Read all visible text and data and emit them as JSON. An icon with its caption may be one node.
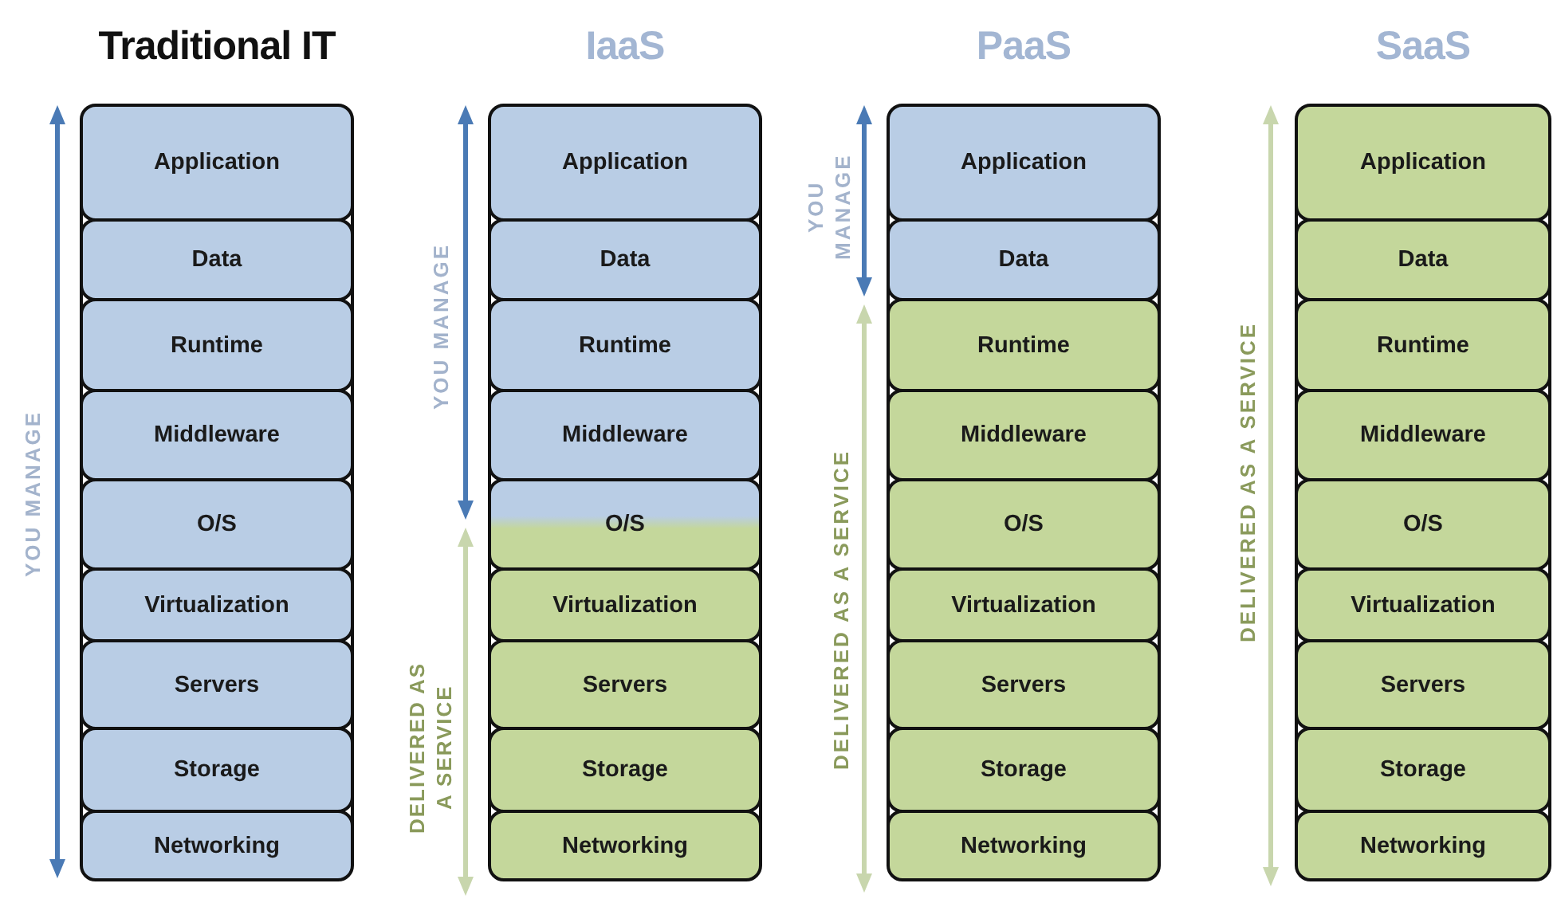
{
  "diagram": {
    "nodes": [
      {
        "text": [
          "Traditional IT"
        ]
      },
      {
        "text": [
          "Application"
        ],
        "in": 0
      },
      {
        "text": [
          "Data"
        ],
        "in": 0
      },
      {
        "text": [
          "Runtime"
        ],
        "in": 0
      },
      {
        "text": [
          "Middleware"
        ],
        "in": 0
      },
      {
        "text": [
          "O/S"
        ],
        "in": 0
      },
      {
        "text": [
          "Virtualization"
        ],
        "in": 0
      },
      {
        "text": [
          "Servers"
        ],
        "in": 0
      },
      {
        "text": [
          "Storage"
        ],
        "in": 0
      },
      {
        "text": [
          "Networking"
        ],
        "in": 0
      },
      {
        "text": [
          "IaaS"
        ]
      },
      {
        "text": [
          "Application"
        ],
        "in": 10
      },
      {
        "text": [
          "Data"
        ],
        "in": 10
      },
      {
        "text": [
          "Runtime"
        ],
        "in": 10
      },
      {
        "text": [
          "Middleware"
        ],
        "in": 10
      },
      {
        "text": [
          "O/S"
        ],
        "in": 10
      },
      {
        "text": [
          "Virtualization"
        ],
        "in": 10
      },
      {
        "text": [
          "Servers"
        ],
        "in": 10
      },
      {
        "text": [
          "Storage"
        ],
        "in": 10
      },
      {
        "text": [
          "Networking"
        ],
        "in": 10
      },
      {
        "text": [
          "PaaS"
        ]
      },
      {
        "text": [
          "Application"
        ],
        "in": 20
      },
      {
        "text": [
          "Data"
        ],
        "in": 20
      },
      {
        "text": [
          "Runtime"
        ],
        "in": 20
      },
      {
        "text": [
          "Middleware"
        ],
        "in": 20
      },
      {
        "text": [
          "O/S"
        ],
        "in": 20
      },
      {
        "text": [
          "Virtualization"
        ],
        "in": 20
      },
      {
        "text": [
          "Servers"
        ],
        "in": 20
      },
      {
        "text": [
          "Storage"
        ],
        "in": 20
      },
      {
        "text": [
          "Networking"
        ],
        "in": 20
      },
      {
        "text": [
          "SaaS"
        ]
      },
      {
        "text": [
          "Application"
        ],
        "in": 30
      },
      {
        "text": [
          "Data"
        ],
        "in": 30
      },
      {
        "text": [
          "Runtime"
        ],
        "in": 30
      },
      {
        "text": [
          "Middleware"
        ],
        "in": 30
      },
      {
        "text": [
          "O/S"
        ],
        "in": 30
      },
      {
        "text": [
          "Virtualization"
        ],
        "in": 30
      },
      {
        "text": [
          "Servers"
        ],
        "in": 30
      },
      {
        "text": [
          "Storage"
        ],
        "in": 30
      },
      {
        "text": [
          "Networking"
        ],
        "in": 30
      }
    ],
    "labels": [
      "YOU MANAGE",
      "YOU MANAGE",
      "DELIVERED AS A SERVICE",
      "YOU MANAGE",
      "DELIVERED AS A SERVICE",
      "DELIVERED AS A SERVICE"
    ]
  }
}
